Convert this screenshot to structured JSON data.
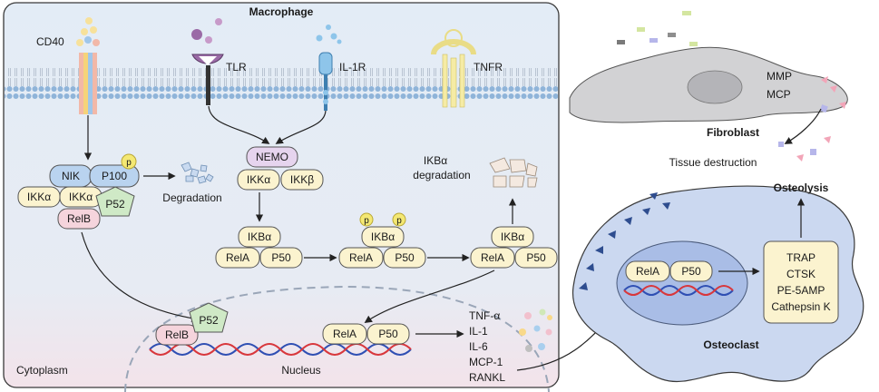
{
  "macrophage": {
    "title": "Macrophage",
    "receptors": {
      "cd40": "CD40",
      "tlr": "TLR",
      "il1r": "IL-1R",
      "tnfr": "TNFR"
    },
    "cytoplasm": "Cytoplasm",
    "nucleus": "Nucleus"
  },
  "noncanonical": {
    "nik": "NIK",
    "p100": "P100",
    "p": "p",
    "ikka1": "IKKα",
    "ikka2": "IKKα",
    "p52": "P52",
    "relb": "RelB",
    "degradation": "Degradation"
  },
  "canonical": {
    "nemo": "NEMO",
    "ikka": "IKKα",
    "ikkb": "IKKβ",
    "ikbα": "IKBα",
    "rela": "RelA",
    "p50": "P50",
    "p": "p",
    "ikb_degradation_1": "IKBα",
    "ikb_degradation_2": "degradation"
  },
  "nucleus_complex": {
    "relb": "RelB",
    "p52": "P52",
    "rela": "RelA",
    "p50": "P50"
  },
  "cytokines": [
    "TNF-α",
    "IL-1",
    "IL-6",
    "MCP-1",
    "RANKL"
  ],
  "fibroblast": {
    "title": "Fibroblast",
    "mmp": "MMP",
    "mcp": "MCP",
    "tissue_destruction": "Tissue destruction"
  },
  "osteoclast": {
    "title": "Osteoclast",
    "osteolysis": "Osteolysis",
    "rela": "RelA",
    "p50": "P50",
    "targets": [
      "TRAP",
      "CTSK",
      "PE-5AMP",
      "Cathepsin K"
    ]
  },
  "colors": {
    "cell_bg": "#dde8f3",
    "nik": "#b9d3ef",
    "ikk": "#fbf3cf",
    "nemo": "#e6d4ee",
    "rel": "#f5d4dc",
    "p52": "#cfe9c6",
    "osteoclast": "#cbd8f0",
    "fibroblast": "#d2d2d4"
  }
}
